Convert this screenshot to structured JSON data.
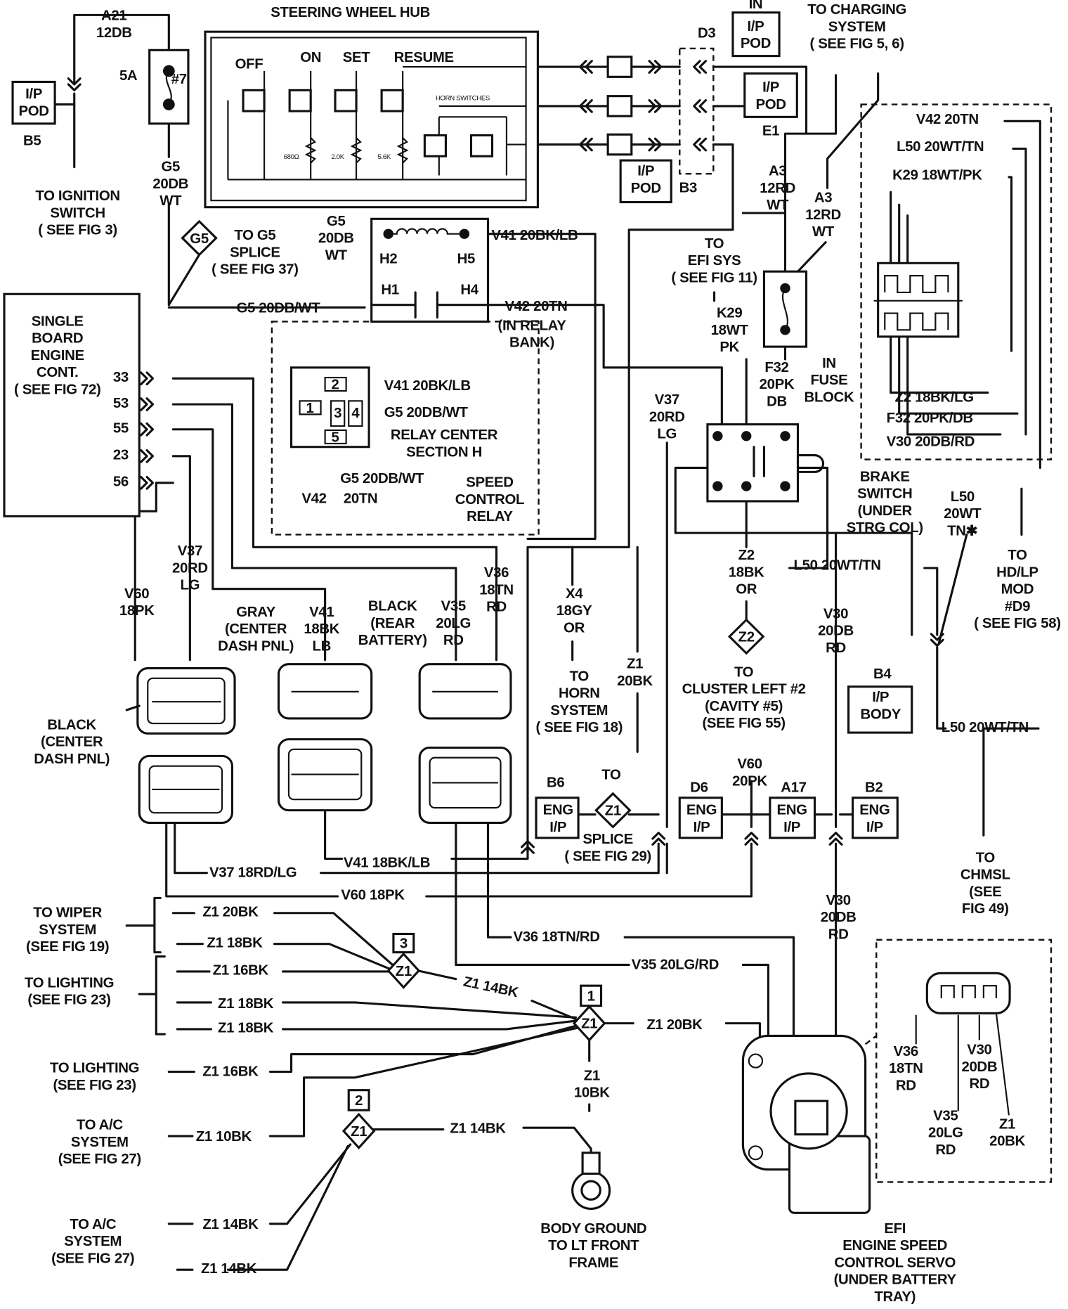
{
  "labels": {
    "steering_hub": [
      "STEERING WHEEL HUB"
    ],
    "sw_off": [
      "OFF"
    ],
    "sw_on": [
      "ON"
    ],
    "sw_set": [
      "SET"
    ],
    "sw_resume": [
      "RESUME"
    ],
    "horn_switches": [
      "HORN SWITCHES"
    ],
    "r680": [
      "680Ω"
    ],
    "r2k": [
      "2.0K"
    ],
    "r56k": [
      "5.6K"
    ],
    "a21": [
      "A21",
      "12DB"
    ],
    "fuse_5a": [
      "5A"
    ],
    "fuse_7": [
      "#7"
    ],
    "ippod_b5": [
      "I/P",
      "POD"
    ],
    "b5": [
      "B5"
    ],
    "ignition": [
      "TO IGNITION",
      "SWITCH",
      "( SEE FIG  3)"
    ],
    "g5_fuse": [
      "G5",
      "20DB",
      "WT"
    ],
    "g5_diamond": [
      "G5"
    ],
    "to_g5": [
      "TO G5",
      "SPLICE",
      "( SEE FIG 37)"
    ],
    "g5_wire": [
      "G5   20DB/WT"
    ],
    "g5_relay": [
      "G5",
      "20DB",
      "WT"
    ],
    "h2": [
      "H2"
    ],
    "h5": [
      "H5"
    ],
    "h1": [
      "H1"
    ],
    "h4": [
      "H4"
    ],
    "v41_relay": [
      "V41   20BK/LB"
    ],
    "v42_relay": [
      "V42   20TN"
    ],
    "relay_bank": [
      "(IN RELAY",
      "BANK)"
    ],
    "sbec": [
      "SINGLE",
      "BOARD",
      "ENGINE",
      "CONT.",
      "( SEE FIG 72)"
    ],
    "pin33": [
      "33"
    ],
    "pin53": [
      "53"
    ],
    "pin55": [
      "55"
    ],
    "pin23": [
      "23"
    ],
    "pin56": [
      "56"
    ],
    "inset_v41": [
      "V41   20BK/LB"
    ],
    "inset_g5": [
      "G5   20DB/WT"
    ],
    "relay_center": [
      "RELAY CENTER",
      "SECTION H"
    ],
    "inset_g5b": [
      "G5   20DB/WT"
    ],
    "inset_v42": [
      "V42"
    ],
    "inset_20tn": [
      "20TN"
    ],
    "speed_relay": [
      "SPEED",
      "CONTROL",
      "RELAY"
    ],
    "rp1": [
      "1"
    ],
    "rp2": [
      "2"
    ],
    "rp3": [
      "3"
    ],
    "rp4": [
      "4"
    ],
    "rp5": [
      "5"
    ],
    "in_top": [
      "IN"
    ],
    "ippod_top": [
      "I/P",
      "POD"
    ],
    "d3": [
      "D3"
    ],
    "charging": [
      "TO CHARGING",
      "SYSTEM",
      "( SEE FIG 5, 6)"
    ],
    "ippod_e1": [
      "I/P",
      "POD"
    ],
    "e1": [
      "E1"
    ],
    "ippod_b3": [
      "I/P",
      "POD"
    ],
    "b3": [
      "B3"
    ],
    "a3_left": [
      "A3",
      "12RD",
      "WT"
    ],
    "a3_right": [
      "A3",
      "12RD",
      "WT"
    ],
    "efi_sys": [
      "TO",
      "EFI SYS",
      "( SEE FIG 11)"
    ],
    "k29": [
      "K29",
      "18WT",
      "PK"
    ],
    "f32": [
      "F32",
      "20PK",
      "DB"
    ],
    "fuse_block": [
      "IN",
      "FUSE",
      "BLOCK"
    ],
    "v37_top": [
      "V37",
      "20RD",
      "LG"
    ],
    "ri_v42": [
      "V42   20TN"
    ],
    "ri_l50": [
      "L50   20WT/TN"
    ],
    "ri_k29": [
      "K29   18WT/PK"
    ],
    "ri_z2": [
      "Z2   18BK/LG"
    ],
    "ri_f32": [
      "F32   20PK/DB"
    ],
    "ri_v30": [
      "V30   20DB/RD"
    ],
    "brake_switch": [
      "BRAKE",
      "SWITCH",
      "(UNDER",
      "STRG COL)"
    ],
    "l50_tn": [
      "L50",
      "20WT",
      "TN✱"
    ],
    "hdlp": [
      "TO",
      "HD/LP",
      "MOD",
      "#D9",
      "( SEE FIG 58)"
    ],
    "z2_wire": [
      "Z2",
      "18BK",
      "OR"
    ],
    "l50_wire": [
      "L50   20WT/TN"
    ],
    "z2_diamond": [
      "Z2"
    ],
    "v30_mid": [
      "V30",
      "20DB",
      "RD"
    ],
    "cluster": [
      "TO",
      "CLUSTER LEFT #2",
      "(CAVITY #5)",
      "(SEE FIG 55)"
    ],
    "b4": [
      "B4"
    ],
    "ip_body": [
      "I/P",
      "BODY"
    ],
    "l50_low": [
      "L50   20WT/TN"
    ],
    "chmsl": [
      "TO",
      "CHMSL",
      "(SEE",
      "FIG 49)"
    ],
    "x4": [
      "X4",
      "18GY",
      "OR"
    ],
    "horn": [
      "TO",
      "HORN",
      "SYSTEM",
      "( SEE FIG 18)"
    ],
    "z1_20bk_mid": [
      "Z1",
      "20BK"
    ],
    "v60_top": [
      "V60",
      "18PK"
    ],
    "v37_left": [
      "V37",
      "20RD",
      "LG"
    ],
    "gray": [
      "GRAY",
      "(CENTER",
      "DASH PNL)"
    ],
    "v41_conn": [
      "V41",
      "18BK",
      "LB"
    ],
    "black_rear": [
      "BLACK",
      "(REAR",
      "BATTERY)"
    ],
    "v35_conn": [
      "V35",
      "20LG",
      "RD"
    ],
    "v36_conn": [
      "V36",
      "18TN",
      "RD"
    ],
    "black_center": [
      "BLACK",
      "(CENTER",
      "DASH PNL)"
    ],
    "v37_low": [
      "V37   18RD/LG"
    ],
    "v41_low": [
      "V41   18BK/LB"
    ],
    "v60_low": [
      "V60   18PK"
    ],
    "b6": [
      "B6"
    ],
    "eng_b6": [
      "ENG",
      "I/P"
    ],
    "to_splice": [
      "TO"
    ],
    "z1_splice_d": [
      "Z1"
    ],
    "splice": [
      "SPLICE",
      "( SEE FIG 29)"
    ],
    "d6": [
      "D6"
    ],
    "eng_d6": [
      "ENG",
      "I/P"
    ],
    "v60_20pk": [
      "V60",
      "20PK"
    ],
    "a17": [
      "A17"
    ],
    "eng_a17": [
      "ENG",
      "I/P"
    ],
    "b2": [
      "B2"
    ],
    "eng_b2": [
      "ENG",
      "I/P"
    ],
    "v30_low": [
      "V30",
      "20DB",
      "RD"
    ],
    "v36_low": [
      "V36   18TN/RD"
    ],
    "v35_low": [
      "V35   20LG/RD"
    ],
    "wiper": [
      "TO WIPER",
      "SYSTEM",
      "(SEE FIG 19)"
    ],
    "w1": [
      "Z1   20BK"
    ],
    "w2": [
      "Z1   18BK"
    ],
    "w3": [
      "Z1   16BK"
    ],
    "w4": [
      "Z1   18BK"
    ],
    "w5": [
      "Z1   18BK"
    ],
    "lighting1": [
      "TO LIGHTING",
      "(SEE FIG 23)"
    ],
    "sp3": [
      "3"
    ],
    "sp3_z1": [
      "Z1"
    ],
    "z1_14bk_diag": [
      "Z1   14BK"
    ],
    "sp1": [
      "1"
    ],
    "sp1_z1": [
      "Z1"
    ],
    "z1_20bk_servo": [
      "Z1   20BK"
    ],
    "z1_10bk": [
      "Z1",
      "10BK"
    ],
    "lighting2": [
      "TO LIGHTING",
      "(SEE FIG 23)"
    ],
    "w6": [
      "Z1   16BK"
    ],
    "ac1": [
      "TO A/C",
      "SYSTEM",
      "(SEE FIG  27)"
    ],
    "w7": [
      "Z1   10BK"
    ],
    "sp2": [
      "2"
    ],
    "sp2_z1": [
      "Z1"
    ],
    "w8": [
      "Z1   14BK"
    ],
    "ac2": [
      "TO A/C",
      "SYSTEM",
      "(SEE FIG  27)"
    ],
    "w9": [
      "Z1   14BK"
    ],
    "w10": [
      "Z1   14BK"
    ],
    "body_ground": [
      "BODY GROUND",
      "TO LT FRONT",
      "FRAME"
    ],
    "servo": [
      "EFI",
      "ENGINE SPEED",
      "CONTROL SERVO",
      "(UNDER BATTERY",
      "TRAY)"
    ],
    "sv_v36": [
      "V36",
      "18TN",
      "RD"
    ],
    "sv_v30": [
      "V30",
      "20DB",
      "RD"
    ],
    "sv_v35": [
      "V35",
      "20LG",
      "RD"
    ],
    "sv_z1": [
      "Z1",
      "20BK"
    ]
  },
  "colors": {
    "ink": "#111111",
    "paper": "#ffffff"
  }
}
